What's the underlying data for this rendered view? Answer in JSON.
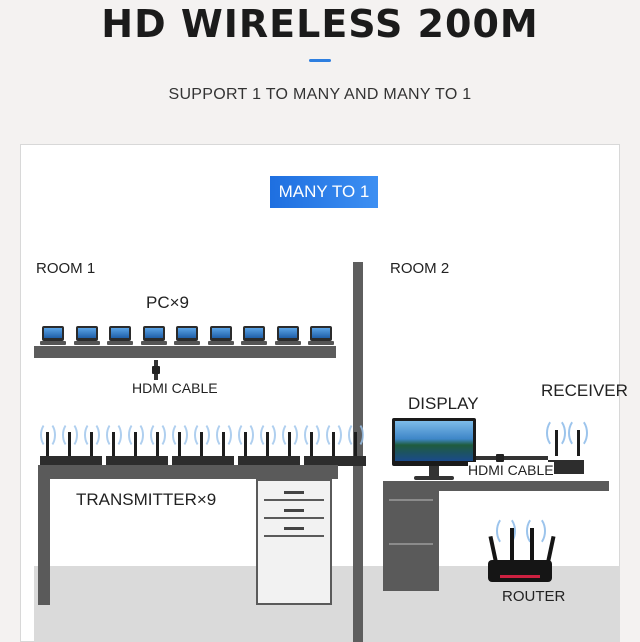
{
  "header": {
    "headline": "HD WIRELESS 200M",
    "subheadline": "SUPPORT 1 TO MANY AND MANY TO 1"
  },
  "diagram": {
    "mode_badge": "MANY TO 1",
    "room1_label": "ROOM 1",
    "room2_label": "ROOM 2",
    "pc_label": "PC×9",
    "hdmi_cable_label_1": "HDMI CABLE",
    "transmitter_label": "TRANSMITTER×9",
    "display_label": "DISPLAY",
    "receiver_label": "RECEIVER",
    "hdmi_cable_label_2": "HDMI CABLE",
    "router_label": "ROUTER"
  },
  "colors": {
    "accent_blue": "#2e7fe0",
    "wall_gray": "#5e5e5e",
    "wave_blue": "#9cc4ec"
  },
  "icons": [
    "laptop-icon",
    "transmitter-icon",
    "monitor-icon",
    "receiver-icon",
    "router-icon"
  ]
}
